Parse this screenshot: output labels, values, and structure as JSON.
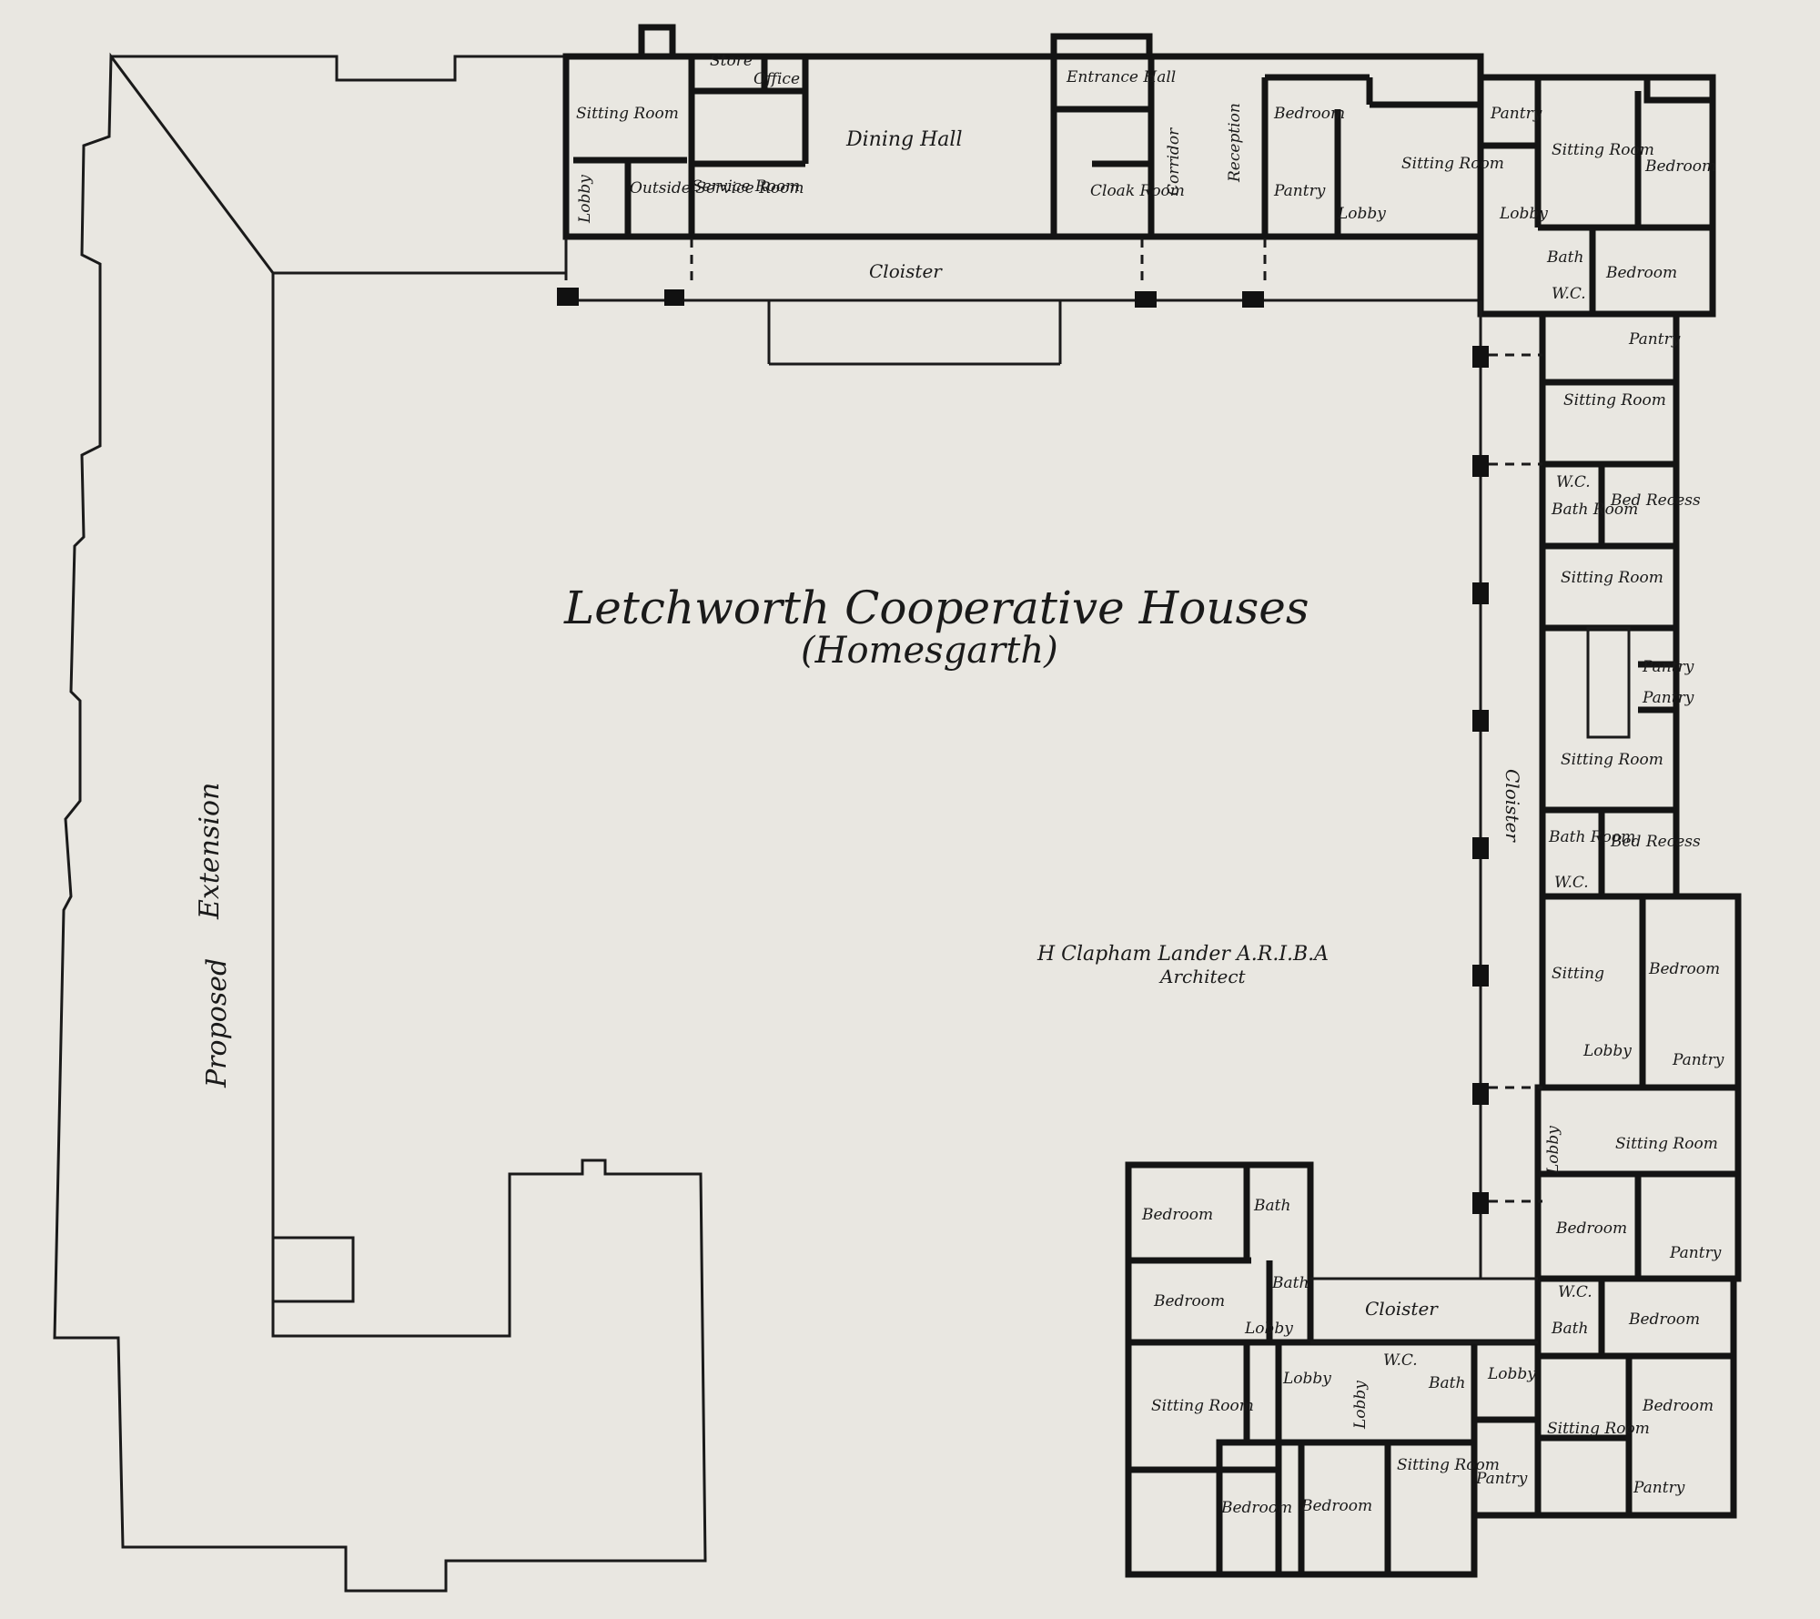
{
  "plan": {
    "title": "Letchworth Cooperative Houses",
    "subtitle": "(Homesgarth)",
    "architect_name": "H Clapham Lander A.R.I.B.A",
    "architect_role": "Architect",
    "extension_word1": "Proposed",
    "extension_word2": "Extension",
    "cloister_north": "Cloister",
    "cloister_east": "Cloister",
    "cloister_south": "Cloister"
  },
  "rooms": {
    "north": {
      "sitting_room": "Sitting Room",
      "store": "Store",
      "office": "Office",
      "lobby": "Lobby",
      "outside_service_room": "Outside Service Room",
      "service_room": "Service Room",
      "dining_hall": "Dining Hall",
      "entrance_hall": "Entrance Hall",
      "cloak_room": "Cloak Room",
      "corridor": "Corridor",
      "reception": "Reception",
      "bedroom": "Bedroom",
      "pantry": "Pantry",
      "lobby2": "Lobby",
      "sitting_room2": "Sitting Room"
    },
    "northeast": {
      "pantry": "Pantry",
      "sitting_room": "Sitting Room",
      "bedroom": "Bedroom",
      "lobby": "Lobby",
      "bath": "Bath",
      "wc": "W.C.",
      "bedroom2": "Bedroom"
    },
    "east": {
      "pantry1": "Pantry",
      "sitting1": "Sitting Room",
      "wc1": "W.C.",
      "bath_room1": "Bath Room",
      "bed_recess1": "Bed Recess",
      "sitting2": "Sitting Room",
      "pantry2": "Pantry",
      "pantry3": "Pantry",
      "sitting3": "Sitting Room",
      "bath_room2": "Bath Room",
      "bed_recess2": "Bed Recess",
      "wc2": "W.C.",
      "sitting4": "Sitting",
      "bedroom4": "Bedroom",
      "lobby4": "Lobby",
      "pantry4": "Pantry",
      "lobby5": "Lobby",
      "sitting5": "Sitting Room",
      "bedroom5": "Bedroom",
      "pantry5": "Pantry"
    },
    "southeast": {
      "wc": "W.C.",
      "bath": "Bath",
      "bedroom1": "Bedroom",
      "bedroom2": "Bedroom",
      "lobby": "Lobby",
      "sitting_room": "Sitting Room",
      "pantry": "Pantry"
    },
    "south": {
      "bedroom1": "Bedroom",
      "bath1": "Bath",
      "bath2": "Bath",
      "bedroom2": "Bedroom",
      "lobby1": "Lobby",
      "sitting1": "Sitting Room",
      "lobby2": "Lobby",
      "lobby3": "Lobby",
      "wc": "W.C.",
      "bath3": "Bath",
      "sitting2": "Sitting Room",
      "pantry": "Pantry",
      "bedroom3": "Bedroom",
      "bedroom4": "Bedroom"
    }
  },
  "colors": {
    "paper": "#e9e7e1",
    "ink": "#141414"
  }
}
